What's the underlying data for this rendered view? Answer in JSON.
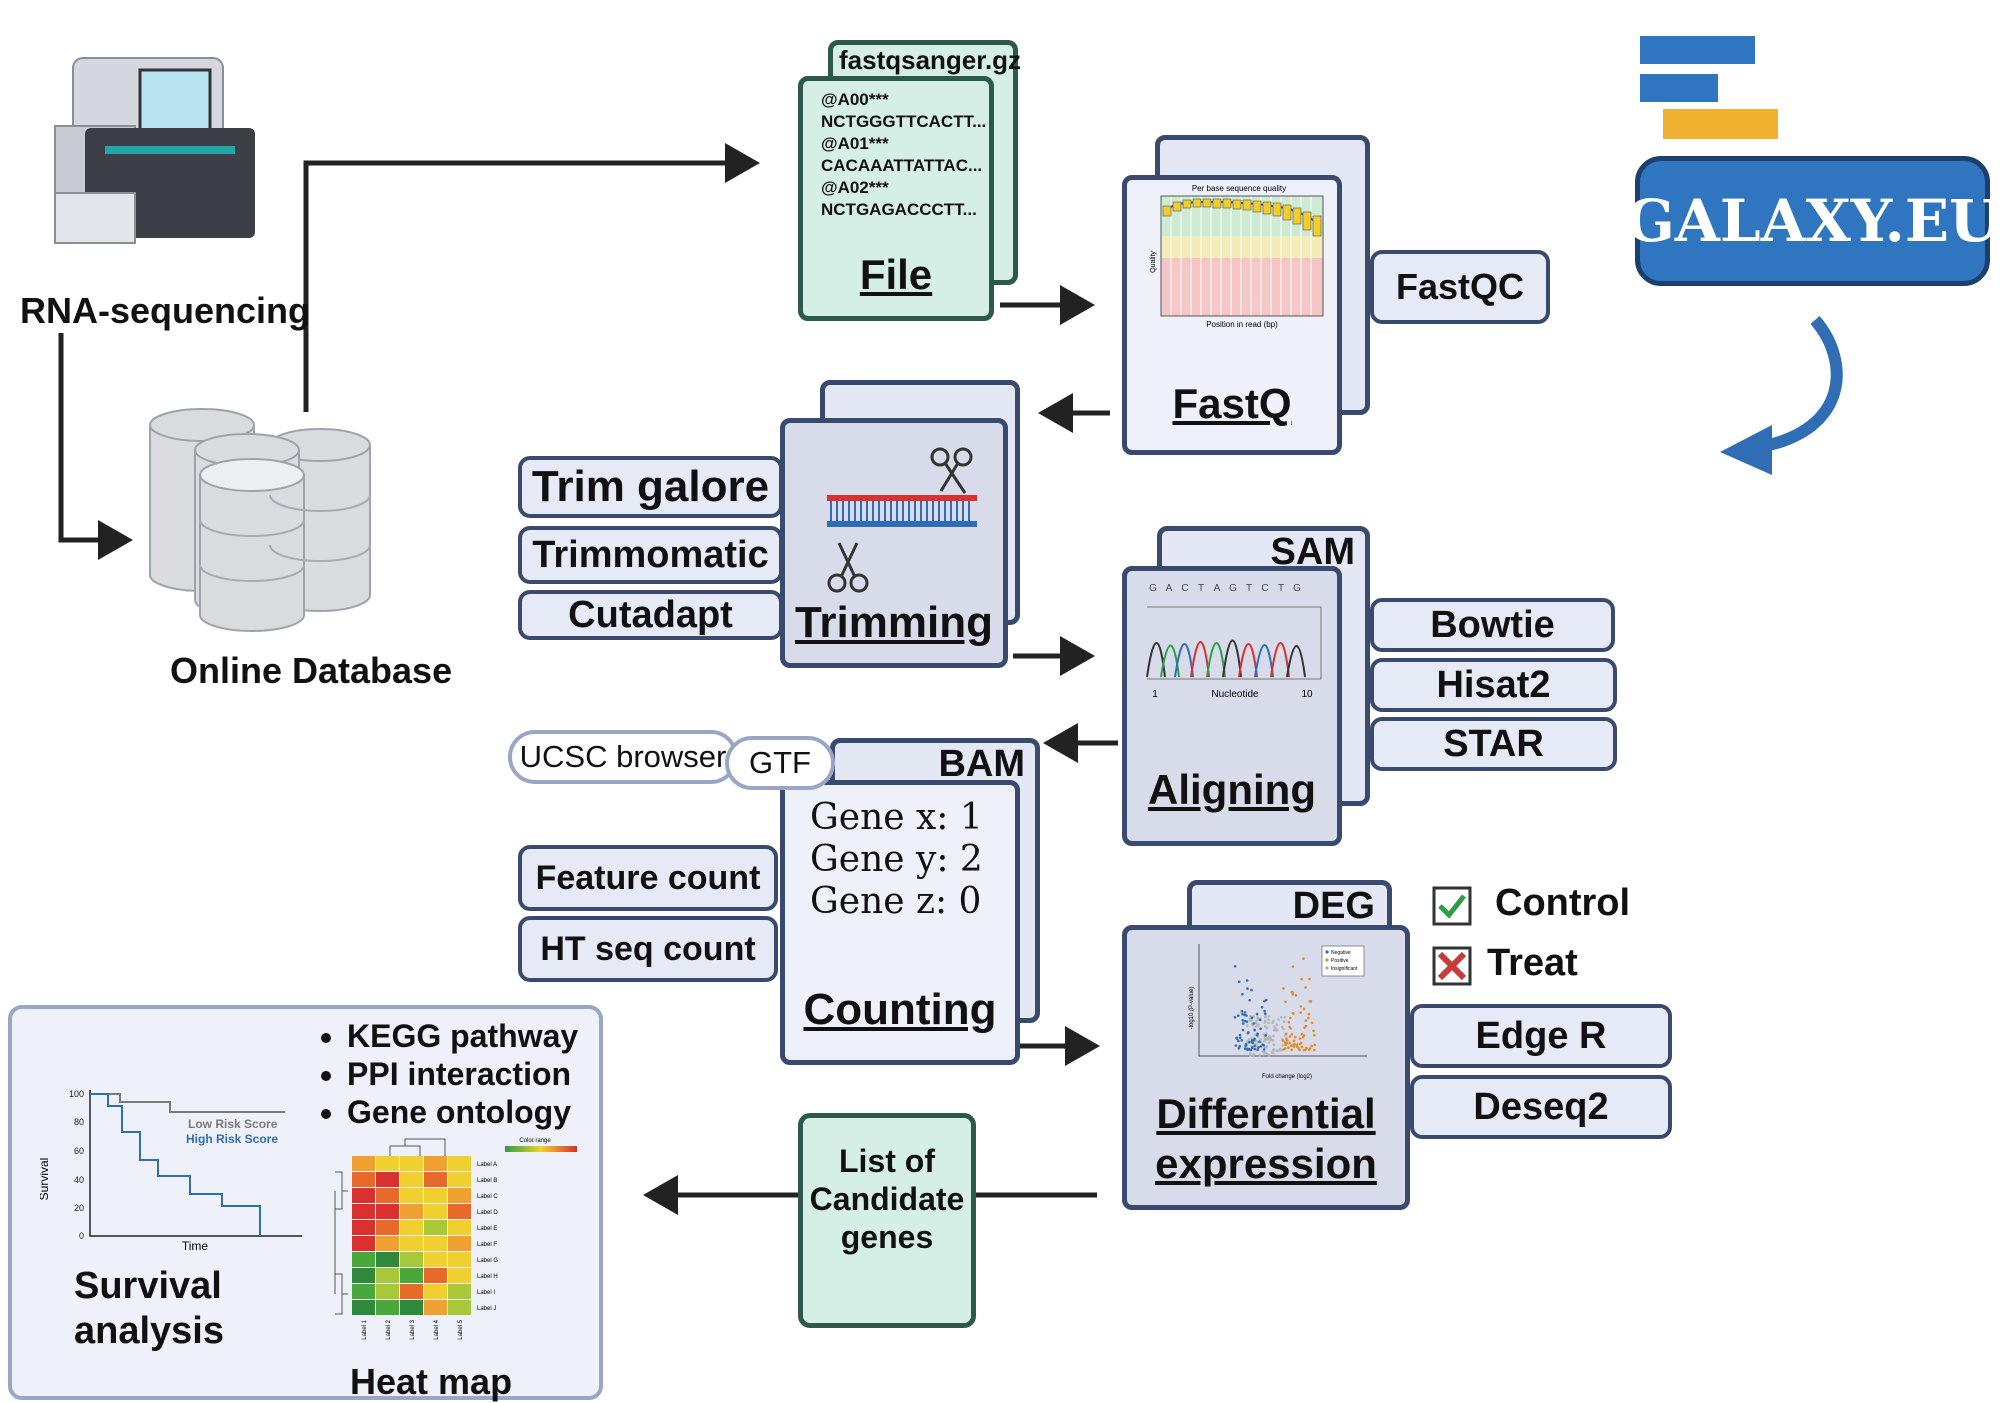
{
  "sequencer": {
    "label": "RNA-sequencing"
  },
  "database": {
    "label": "Online Database"
  },
  "file_card": {
    "tab": "fastqsanger.gz",
    "lines": [
      "@A00***",
      "NCTGGGTTCACTT...",
      "@A01***",
      "CACAAATTATTAC...",
      "@A02***",
      "NCTGAGACCCTT..."
    ],
    "title": "File"
  },
  "fastq_card": {
    "title": "FastQ",
    "plot_title": "Per base sequence quality",
    "plot_xlabel": "Position in read (bp)",
    "plot_ylabel": "Quality",
    "tool": "FastQC"
  },
  "galaxy": {
    "logo_text": "GALAXY.EU",
    "bar_colors": [
      "#2f75c0",
      "#2f75c0",
      "#f0b030"
    ]
  },
  "trimming_card": {
    "title": "Trimming",
    "tools": [
      "Trim galore",
      "Trimmomatic",
      "Cutadapt"
    ]
  },
  "aligning_card": {
    "tab": "SAM",
    "title": "Aligning",
    "sequence_letters": [
      "G",
      "A",
      "C",
      "T",
      "A",
      "G",
      "T",
      "C",
      "T",
      "G"
    ],
    "axis_start": "1",
    "axis_label": "Nucleotide",
    "axis_end": "10",
    "tools": [
      "Bowtie",
      "Hisat2",
      "STAR"
    ]
  },
  "counting_card": {
    "tab": "BAM",
    "title": "Counting",
    "genes": [
      "Gene x: 1",
      "Gene y: 2",
      "Gene z: 0"
    ],
    "sources": [
      "UCSC browser",
      "GTF"
    ],
    "tools": [
      "Feature count",
      "HT seq count"
    ]
  },
  "deg_card": {
    "tab": "DEG",
    "title_line1": "Differential",
    "title_line2": "expression",
    "legend": [
      "Negative",
      "Positive",
      "Insignificant"
    ],
    "plot_xlabel": "Fold change (log2)",
    "plot_ylabel": "-log10 (P-value)",
    "groups": [
      {
        "label": "Control",
        "icon": "check-icon"
      },
      {
        "label": "Treat",
        "icon": "cross-icon"
      }
    ],
    "tools": [
      "Edge R",
      "Deseq2"
    ]
  },
  "candidate_card": {
    "lines": [
      "List of",
      "Candidate",
      "genes"
    ]
  },
  "analysis_panel": {
    "bullets": [
      "KEGG pathway",
      "PPI interaction",
      "Gene ontology"
    ],
    "survival": {
      "title_line1": "Survival",
      "title_line2": "analysis",
      "y_axis_label": "Survival",
      "x_axis_label": "Time",
      "y_ticks": [
        "100",
        "80",
        "60",
        "40",
        "20",
        "0"
      ],
      "legend": [
        "Low Risk Score",
        "High Risk Score"
      ],
      "low_risk_color": "#7a7a7a",
      "high_risk_color": "#2f6db5"
    },
    "heatmap": {
      "title": "Heat map",
      "color_range_label": "Color range",
      "row_labels": [
        "Label A",
        "Label B",
        "Label C",
        "Label D",
        "Label E",
        "Label F",
        "Label G",
        "Label H",
        "Label I",
        "Label J"
      ],
      "col_labels": [
        "Label 1",
        "Label 2",
        "Label 3",
        "Label 4",
        "Label 5"
      ]
    }
  }
}
